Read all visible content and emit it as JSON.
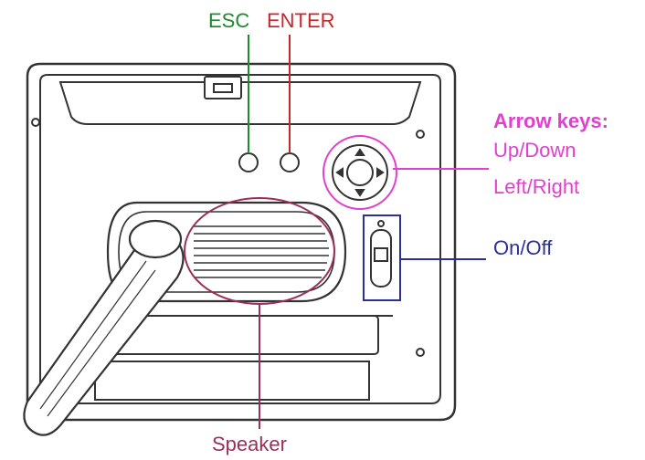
{
  "labels": {
    "esc": "ESC",
    "enter": "ENTER",
    "arrow_keys_title": "Arrow keys:",
    "arrow_keys_line1": "Up/Down",
    "arrow_keys_line2": "Left/Right",
    "on_off": "On/Off",
    "speaker": "Speaker"
  },
  "colors": {
    "esc": "#1e8a2e",
    "enter": "#c8262b",
    "arrow_keys": "#e040d0",
    "on_off": "#2a2f9a",
    "speaker": "#9b2f5a",
    "device_outline": "#333333"
  },
  "icons": [
    "hanger-clip-icon",
    "esc-button-icon",
    "enter-button-icon",
    "dpad-icon",
    "power-slider-icon",
    "speaker-grille-icon",
    "kickstand-icon",
    "screw-hole-icon"
  ]
}
